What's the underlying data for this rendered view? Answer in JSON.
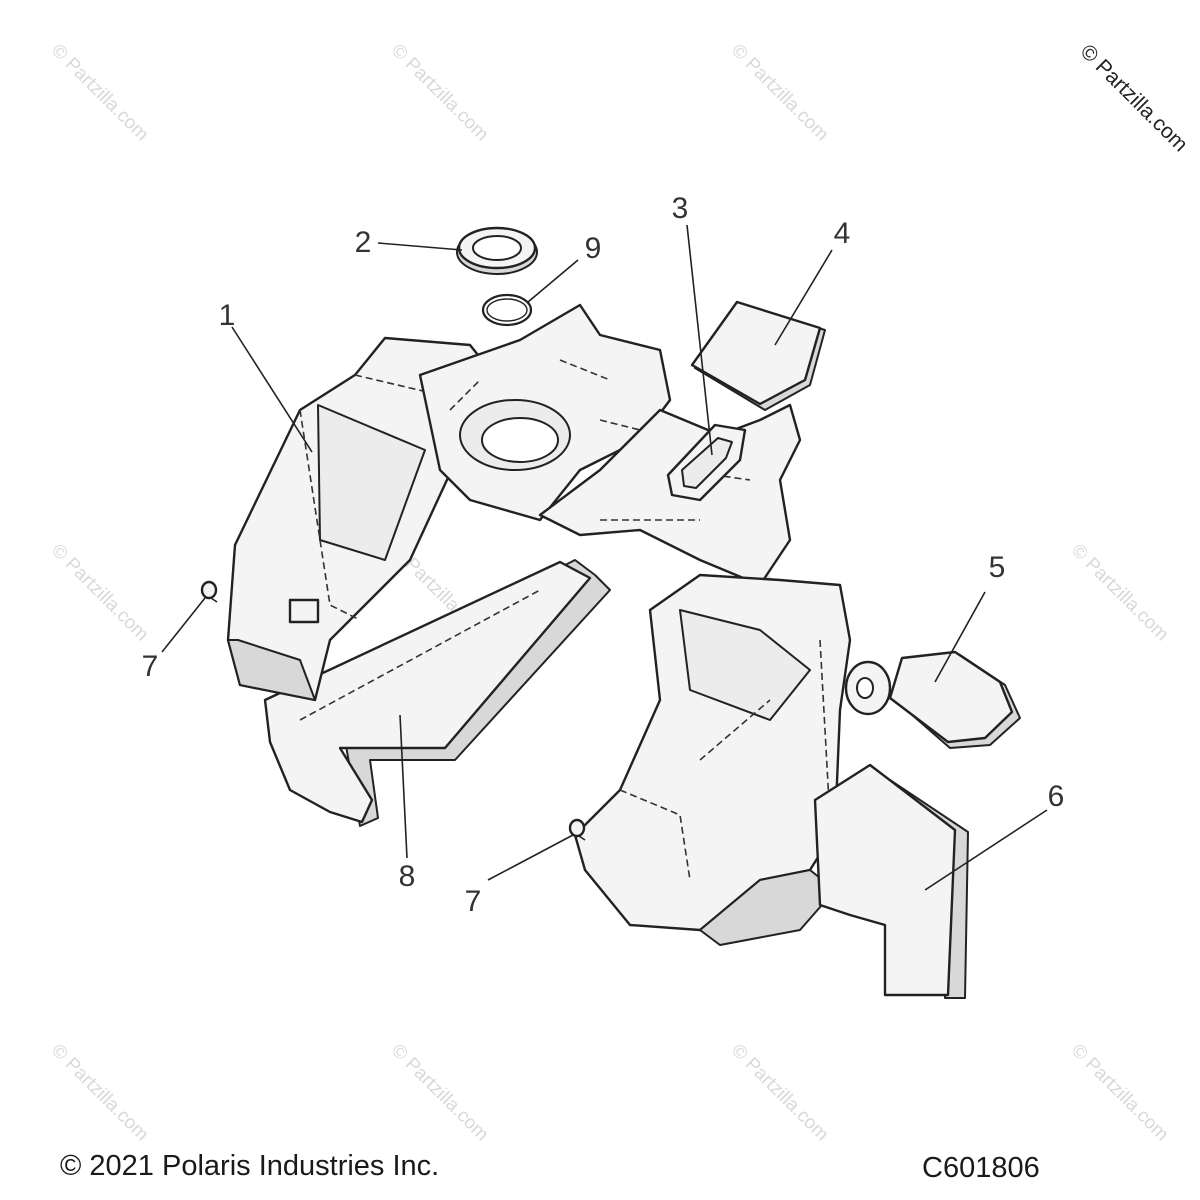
{
  "callouts": [
    {
      "id": "1",
      "label": "1"
    },
    {
      "id": "2",
      "label": "2"
    },
    {
      "id": "3",
      "label": "3"
    },
    {
      "id": "4",
      "label": "4"
    },
    {
      "id": "5",
      "label": "5"
    },
    {
      "id": "6",
      "label": "6"
    },
    {
      "id": "7a",
      "label": "7"
    },
    {
      "id": "7b",
      "label": "7"
    },
    {
      "id": "8",
      "label": "8"
    },
    {
      "id": "9",
      "label": "9"
    }
  ],
  "watermark": {
    "text": "© Partzilla.com",
    "corner_text": "© Partzilla.com"
  },
  "footer": {
    "copyright": "© 2021 Polaris Industries Inc.",
    "diagram_code": "C601806"
  }
}
